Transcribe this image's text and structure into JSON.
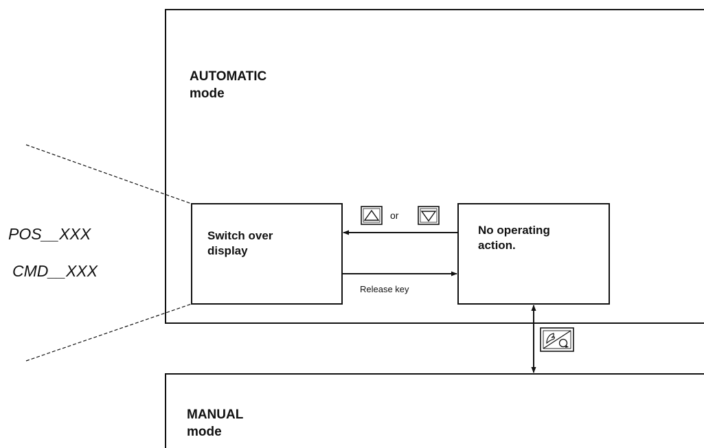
{
  "automatic_mode": {
    "title": "AUTOMATIC\nmode"
  },
  "manual_mode": {
    "title": "MANUAL\nmode"
  },
  "switch_box": {
    "title": "Switch over\ndisplay"
  },
  "no_op_box": {
    "title": "No operating\naction."
  },
  "labels": {
    "pos": "POS__XXX",
    "cmd": "CMD__XXX",
    "or": "or",
    "release_key": "Release key"
  },
  "icons": {
    "up_key": "triangle-up-key-icon",
    "down_key": "triangle-down-key-icon",
    "mode_switch_key": "hand-auto-mode-switch-icon"
  }
}
